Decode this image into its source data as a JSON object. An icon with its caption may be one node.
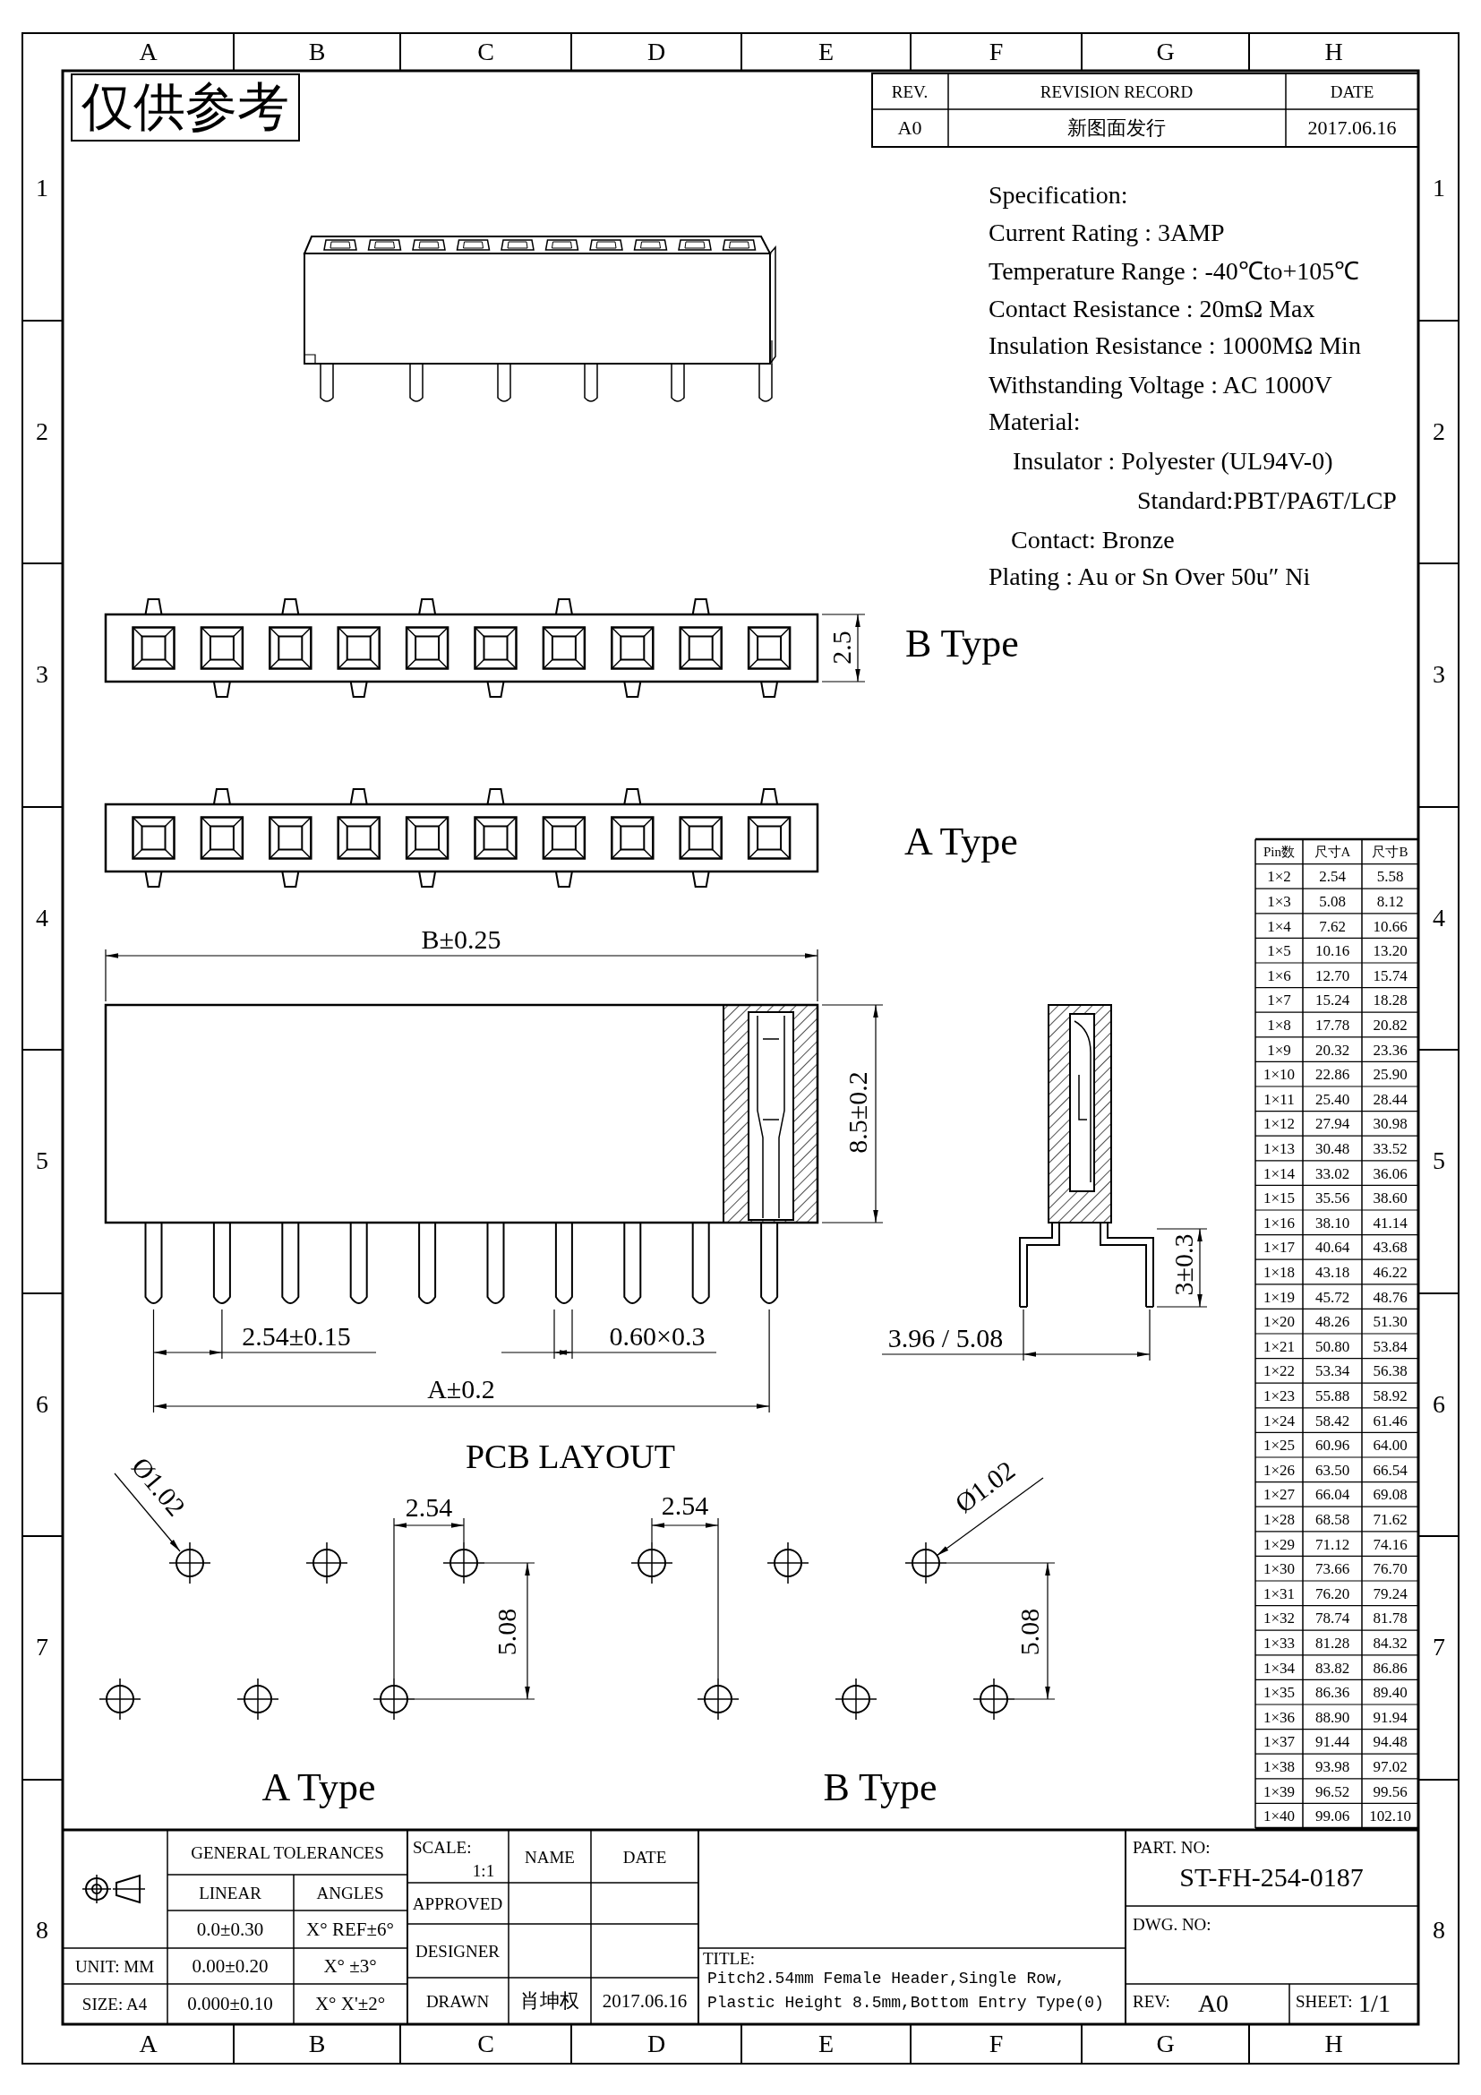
{
  "diagram": {
    "labels": [
      "A",
      "B",
      "C",
      "D",
      "E",
      "F",
      "G",
      "H",
      "仅供参考",
      "REV.",
      "REVISION RECORD",
      "DATE",
      "A0",
      "新图面发行",
      "2017.06.16",
      "Specification:",
      "Current Rating : 3AMP",
      "Temperature Range : -40℃to+105℃",
      "Contact Resistance : 20mΩ Max",
      "Insulation Resistance : 1000MΩ Min",
      "Withstanding Voltage : AC 1000V",
      "Material:",
      "Insulator : Polyester (UL94V-0)",
      "Standard:PBT/PA6T/LCP",
      "Contact: Bronze",
      "Plating : Au or Sn Over 50u″ Ni",
      "2.5",
      "B Type",
      "A Type",
      "B±0.25",
      "8.5±0.2",
      "2.54±0.15",
      "0.60×0.3",
      "3.96 / 5.08",
      "3±0.3",
      "A±0.2",
      "PCB LAYOUT",
      "Ø1.02",
      "2.54",
      "2.54",
      "Ø1.02",
      "5.08",
      "5.08",
      "A Type",
      "B Type",
      "Pin数",
      "尺寸A",
      "尺寸B",
      "1×2",
      "2.54",
      "5.58",
      "1×3",
      "5.08",
      "8.12",
      "1×4",
      "7.62",
      "10.66",
      "1×5",
      "10.16",
      "13.20",
      "1×6",
      "12.70",
      "15.74",
      "1×7",
      "15.24",
      "18.28",
      "1×8",
      "17.78",
      "20.82",
      "1×9",
      "20.32",
      "23.36",
      "1×10",
      "22.86",
      "25.90",
      "1×11",
      "25.40",
      "28.44",
      "1×12",
      "27.94",
      "30.98",
      "1×13",
      "30.48",
      "33.52",
      "1×14",
      "33.02",
      "36.06",
      "1×15",
      "35.56",
      "38.60",
      "1×16",
      "38.10",
      "41.14",
      "1×17",
      "40.64",
      "43.68",
      "1×18",
      "43.18",
      "46.22",
      "1×19",
      "45.72",
      "48.76",
      "1×20",
      "48.26",
      "51.30",
      "1×21",
      "50.80",
      "53.84",
      "1×22",
      "53.34",
      "56.38",
      "1×23",
      "55.88",
      "58.92",
      "1×24",
      "58.42",
      "61.46",
      "1×25",
      "60.96",
      "64.00",
      "1×26",
      "63.50",
      "66.54",
      "1×27",
      "66.04",
      "69.08",
      "1×28",
      "68.58",
      "71.62",
      "1×29",
      "71.12",
      "74.16",
      "1×30",
      "73.66",
      "76.70",
      "1×31",
      "76.20",
      "79.24",
      "1×32",
      "78.74",
      "81.78",
      "1×33",
      "81.28",
      "84.32",
      "1×34",
      "83.82",
      "86.86",
      "1×35",
      "86.36",
      "89.40",
      "1×36",
      "88.90",
      "91.94",
      "1×37",
      "91.44",
      "94.48",
      "1×38",
      "93.98",
      "97.02",
      "1×39",
      "96.52",
      "99.56",
      "1×40",
      "99.06",
      "102.10",
      "GENERAL TOLERANCES",
      "SCALE:",
      "1:1",
      "NAME",
      "DATE",
      "PART. NO:",
      "ST-FH-254-0187",
      "LINEAR",
      "ANGLES",
      "APPROVED",
      "0.0±0.30",
      "X° REF±6°",
      "DWG. NO:",
      "UNIT: MM",
      "0.00±0.20",
      "X° ±3°",
      "DESIGNER",
      "TITLE:",
      "Pitch2.54mm Female Header,Single Row, Plastic Height 8.5mm,Bottom Entry Type(0)",
      "SIZE: A4",
      "0.000±0.10",
      "X° X'±2°",
      "DRAWN",
      "肖坤权",
      "2017.06.16",
      "REV:",
      "A0",
      "SHEET:",
      "1/1",
      "1",
      "2",
      "3",
      "4",
      "5",
      "6",
      "7",
      "8",
      "1",
      "2",
      "3",
      "4",
      "5",
      "6",
      "7",
      "8",
      "A",
      "B",
      "C",
      "D",
      "E",
      "F",
      "G",
      "H"
    ]
  }
}
